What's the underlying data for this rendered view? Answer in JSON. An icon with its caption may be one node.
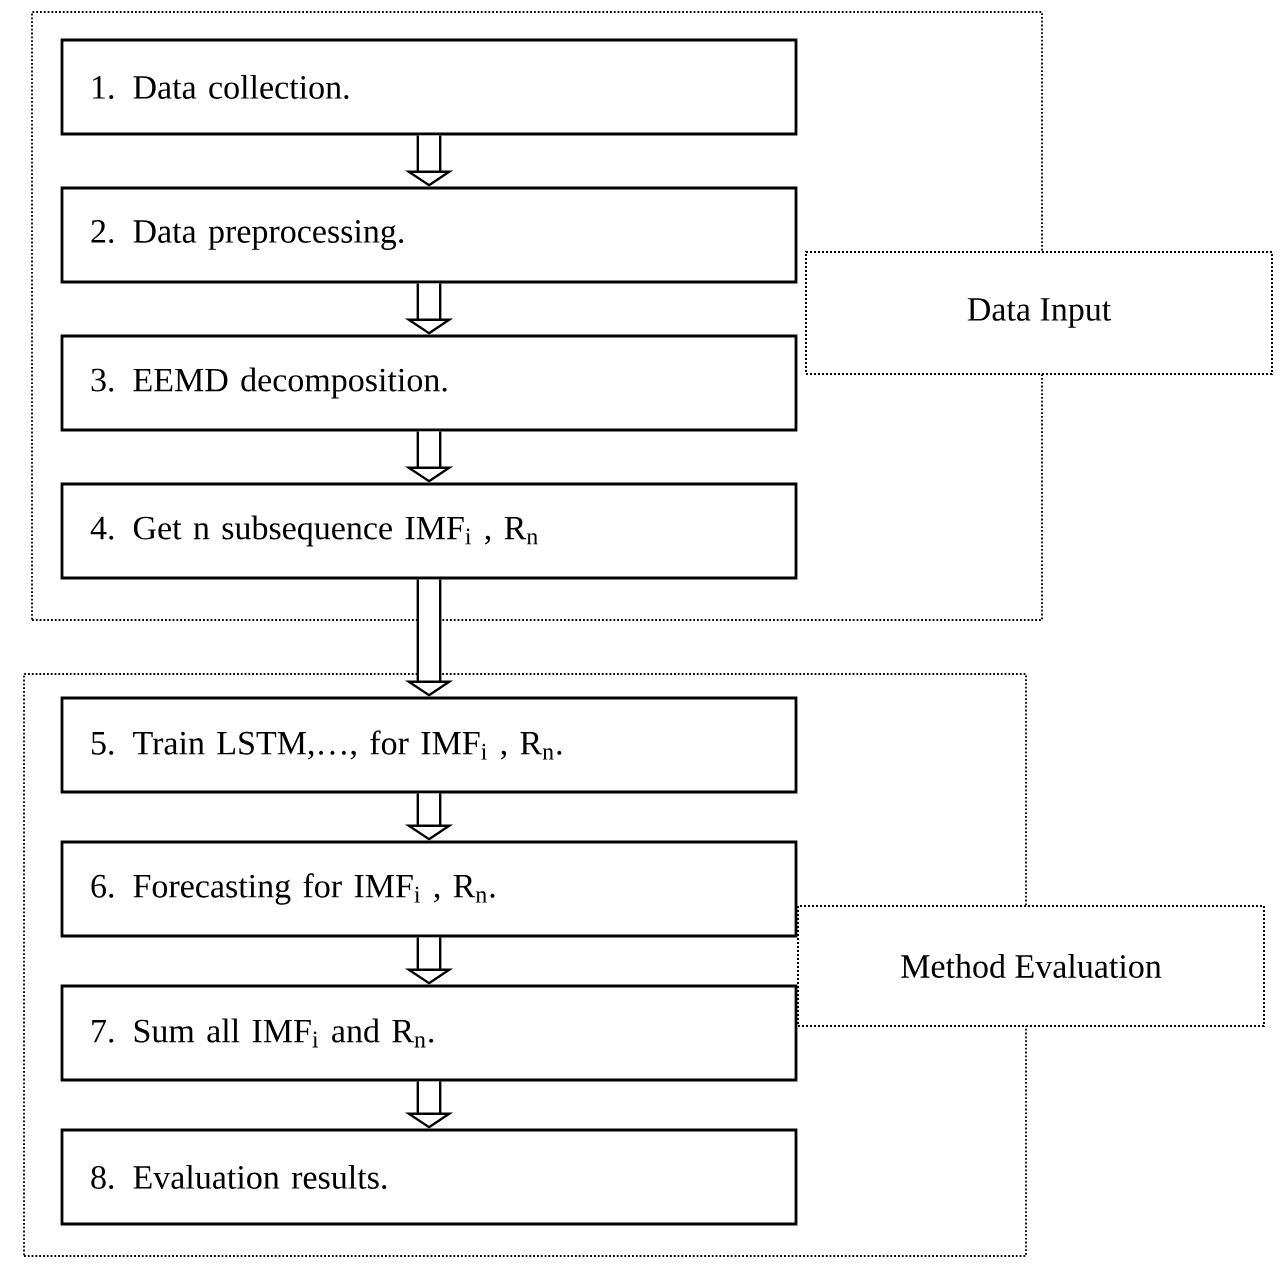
{
  "diagram": {
    "nodes": [
      {
        "text": [],
        "shape": "box"
      },
      {
        "text": [
          "1. Data collection."
        ],
        "in": 0
      },
      {
        "text": [
          "2. Data preprocessing."
        ],
        "in": 0
      },
      {
        "text": [
          "3. EEMD decomposition."
        ],
        "in": 0
      },
      {
        "text": [
          "4. Get n subsequence IMF$_{i}$ , R$_{n}$"
        ],
        "in": 0
      },
      {
        "text": [
          "Data Input"
        ]
      },
      {
        "text": [],
        "shape": "box"
      },
      {
        "text": [
          "5. Train LSTM,…, for IMF$_{i}$ , R$_{n}$."
        ],
        "in": 6
      },
      {
        "text": [
          "6. Forecasting for IMF$_{i}$ , R$_{n}$."
        ],
        "in": 6
      },
      {
        "text": [
          "7. Sum all IMF$_{i}$ and R$_{n}$."
        ],
        "in": 6
      },
      {
        "text": [
          "8. Evaluation results."
        ],
        "in": 6
      },
      {
        "text": [
          "Method Evaluation"
        ]
      }
    ],
    "edges": [
      {
        "from": 1,
        "to": 2,
        "arrow": "to"
      },
      {
        "from": 2,
        "to": 3,
        "arrow": "to"
      },
      {
        "from": 3,
        "to": 4,
        "arrow": "to"
      },
      {
        "from": 4,
        "to": 7,
        "arrow": "to"
      },
      {
        "from": 7,
        "to": 8,
        "arrow": "to"
      },
      {
        "from": 8,
        "to": 9,
        "arrow": "to"
      },
      {
        "from": 9,
        "to": 10,
        "arrow": "to"
      }
    ]
  }
}
